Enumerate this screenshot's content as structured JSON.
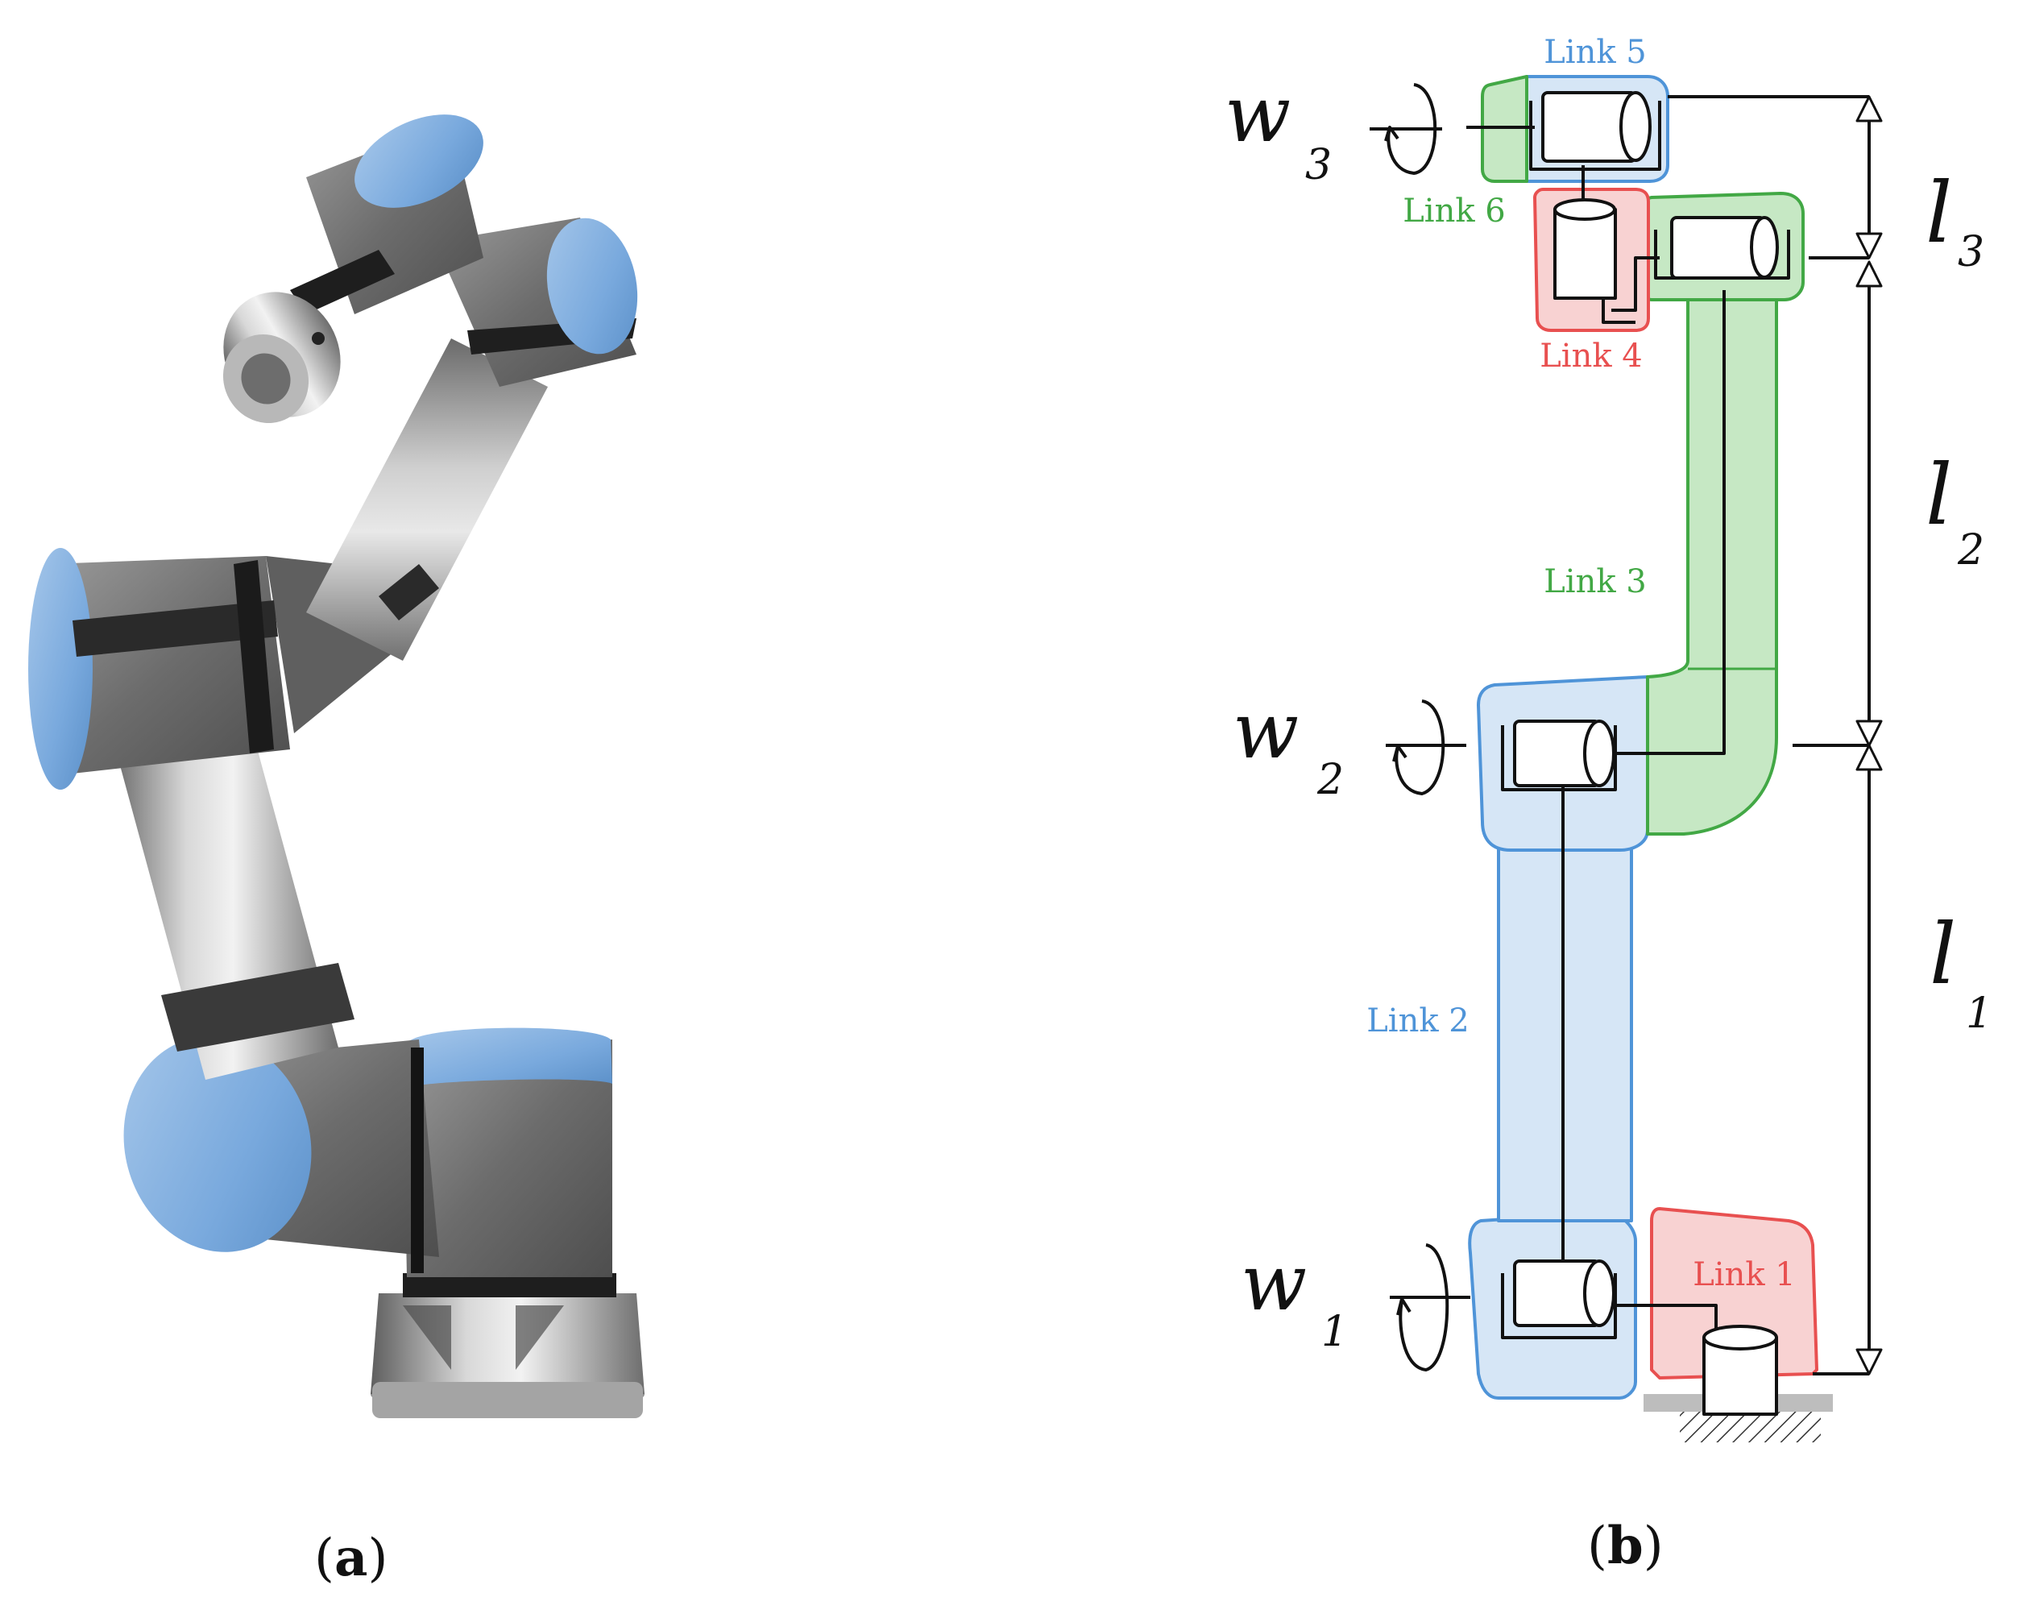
{
  "panels": {
    "a": {
      "caption_open": "(",
      "caption_letter": "a",
      "caption_close": ")"
    },
    "b": {
      "caption_open": "(",
      "caption_letter": "b",
      "caption_close": ")"
    }
  },
  "links": {
    "link1": "Link 1",
    "link2": "Link 2",
    "link3": "Link 3",
    "link4": "Link 4",
    "link5": "Link 5",
    "link6": "Link 6"
  },
  "joints": {
    "w1": {
      "symbol": "w",
      "sub": "1"
    },
    "w2": {
      "symbol": "w",
      "sub": "2"
    },
    "w3": {
      "symbol": "w",
      "sub": "3"
    }
  },
  "lengths": {
    "l1": {
      "symbol": "l",
      "sub": "1"
    },
    "l2": {
      "symbol": "l",
      "sub": "2"
    },
    "l3": {
      "symbol": "l",
      "sub": "3"
    }
  },
  "colors": {
    "blue_fill": "#d6e6f6",
    "blue_stroke": "#4f94d8",
    "green_fill": "#c6e8c4",
    "green_stroke": "#42a845",
    "red_fill": "#f8d2d2",
    "red_stroke": "#e85050",
    "robot_cap": "#79a9dd",
    "robot_metal": "#8c8c8c",
    "robot_dark": "#5a5a5a",
    "text": "#111111"
  }
}
